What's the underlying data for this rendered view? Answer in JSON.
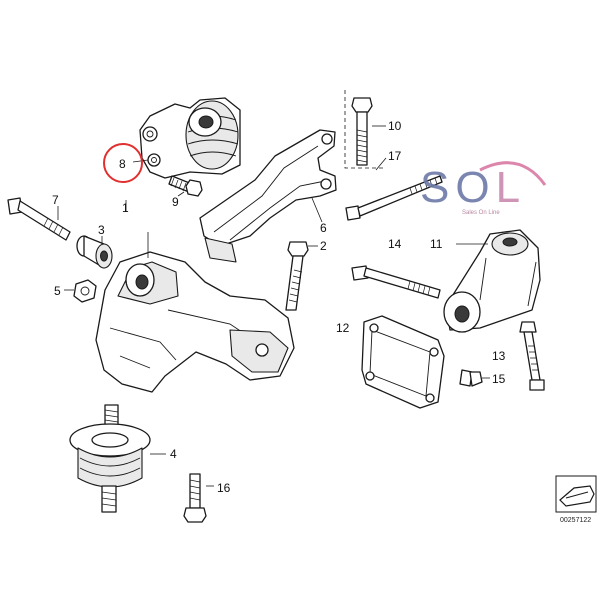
{
  "callouts": {
    "c1": "1",
    "c2": "2",
    "c3": "3",
    "c4": "4",
    "c5": "5",
    "c6": "6",
    "c7": "7",
    "c8": "8",
    "c9": "9",
    "c10": "10",
    "c11": "11",
    "c12": "12",
    "c13": "13",
    "c14": "14",
    "c15": "15",
    "c16": "16",
    "c17": "17"
  },
  "highlight": {
    "callout": "8",
    "color": "#e03030"
  },
  "watermark": {
    "text": "SOL",
    "tagline": "Sales On Line",
    "colors": {
      "s": "#6c7aa8",
      "o": "#6c7aa8",
      "l": "#c98ab0",
      "arc": "#d97aa4"
    }
  },
  "part_number": "00257122",
  "icons": {
    "corner": "car-silhouette-icon"
  }
}
